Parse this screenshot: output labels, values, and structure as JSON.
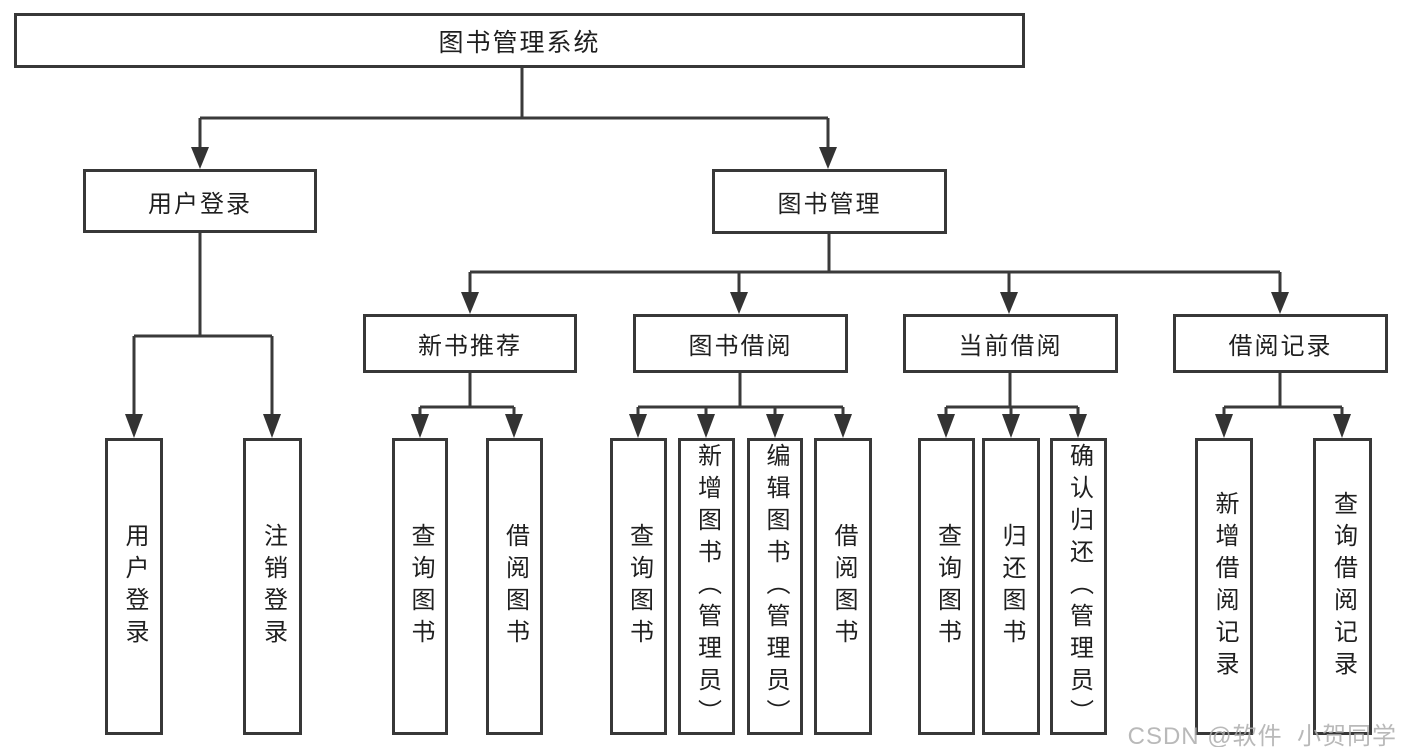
{
  "diagram": {
    "type": "hierarchy-tree",
    "colors": {
      "line": "#3a3a3a",
      "box_border": "#383838",
      "text": "#1f1f1f",
      "background": "#ffffff",
      "watermark": "#adadad"
    },
    "tree": {
      "label": "图书管理系统",
      "children": [
        {
          "label": "用户登录",
          "children": [
            {
              "label": "用户登录"
            },
            {
              "label": "注销登录"
            }
          ]
        },
        {
          "label": "图书管理",
          "children": [
            {
              "label": "新书推荐",
              "children": [
                {
                  "label": "查询图书"
                },
                {
                  "label": "借阅图书"
                }
              ]
            },
            {
              "label": "图书借阅",
              "children": [
                {
                  "label": "查询图书"
                },
                {
                  "label": "新增图书（管理员）"
                },
                {
                  "label": "编辑图书（管理员）"
                },
                {
                  "label": "借阅图书"
                }
              ]
            },
            {
              "label": "当前借阅",
              "children": [
                {
                  "label": "查询图书"
                },
                {
                  "label": "归还图书"
                },
                {
                  "label": "确认归还（管理员）"
                }
              ]
            },
            {
              "label": "借阅记录",
              "children": [
                {
                  "label": "新增借阅记录"
                },
                {
                  "label": "查询借阅记录"
                }
              ]
            }
          ]
        }
      ]
    }
  },
  "watermark": {
    "text": "CSDN @软件_小贺同学"
  }
}
